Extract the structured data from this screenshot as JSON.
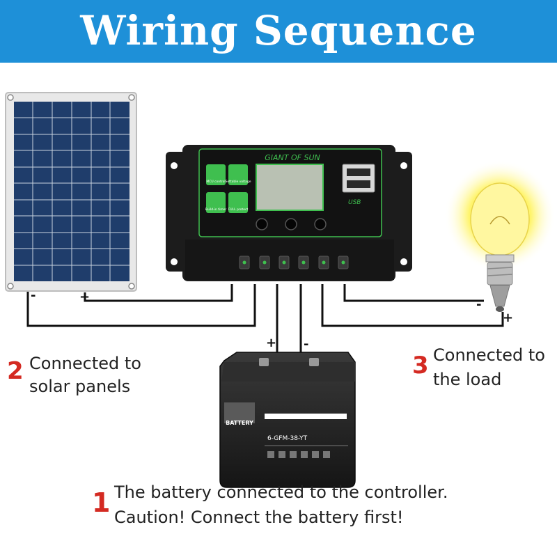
{
  "title": "Wiring Sequence",
  "colors": {
    "banner": "#1e90d8",
    "step_number": "#d42a22",
    "wire": "#111111",
    "panel_cell": "#1f3d6b",
    "controller": "#1c1c1c",
    "accent_green": "#3fbf4f",
    "bulb_glow": "#fff46a"
  },
  "controller": {
    "brand": "GIANT OF SUN",
    "features": [
      "MCU control",
      "Settable voltage",
      "Build-in timer",
      "FULL protect"
    ],
    "usb_label": "USB"
  },
  "battery": {
    "brand": "BATTERY",
    "model": "6-GFM-38-YT"
  },
  "terminals": {
    "plus": "+",
    "minus": "-"
  },
  "steps": [
    {
      "number": "1",
      "lines": [
        "The battery connected to the controller.",
        "Caution! Connect the battery first!"
      ]
    },
    {
      "number": "2",
      "lines": [
        "Connected to",
        "solar panels"
      ]
    },
    {
      "number": "3",
      "lines": [
        "Connected to",
        "the load"
      ]
    }
  ]
}
